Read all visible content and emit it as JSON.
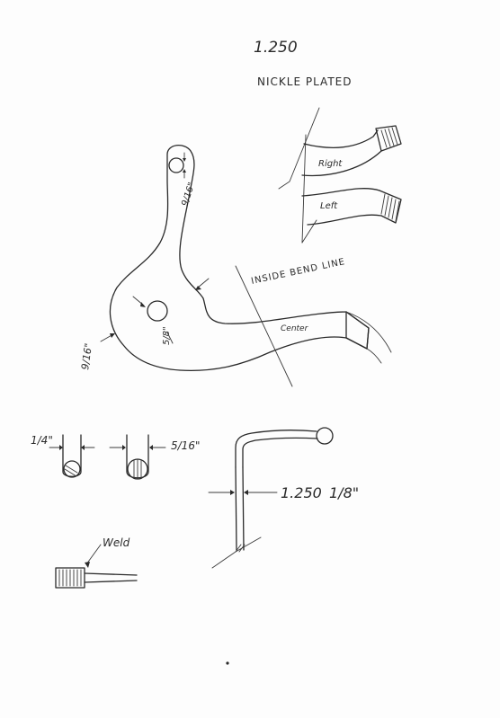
{
  "notes": {
    "dimension": "1.250",
    "finish": "NICKLE PLATED"
  },
  "views": {
    "right": "Right",
    "left": "Left",
    "center": "Center"
  },
  "labels": {
    "inside_bend_line": "INSIDE BEND LINE",
    "hole_dim": "9/16\"",
    "bore_dim": "5/8\"",
    "radius_dim": "9/16\"",
    "weld": "Weld"
  },
  "tips": {
    "small": "1/4\"",
    "large": "5/16\""
  },
  "rod": {
    "dimension": "1.250",
    "fraction": "1/8\""
  }
}
